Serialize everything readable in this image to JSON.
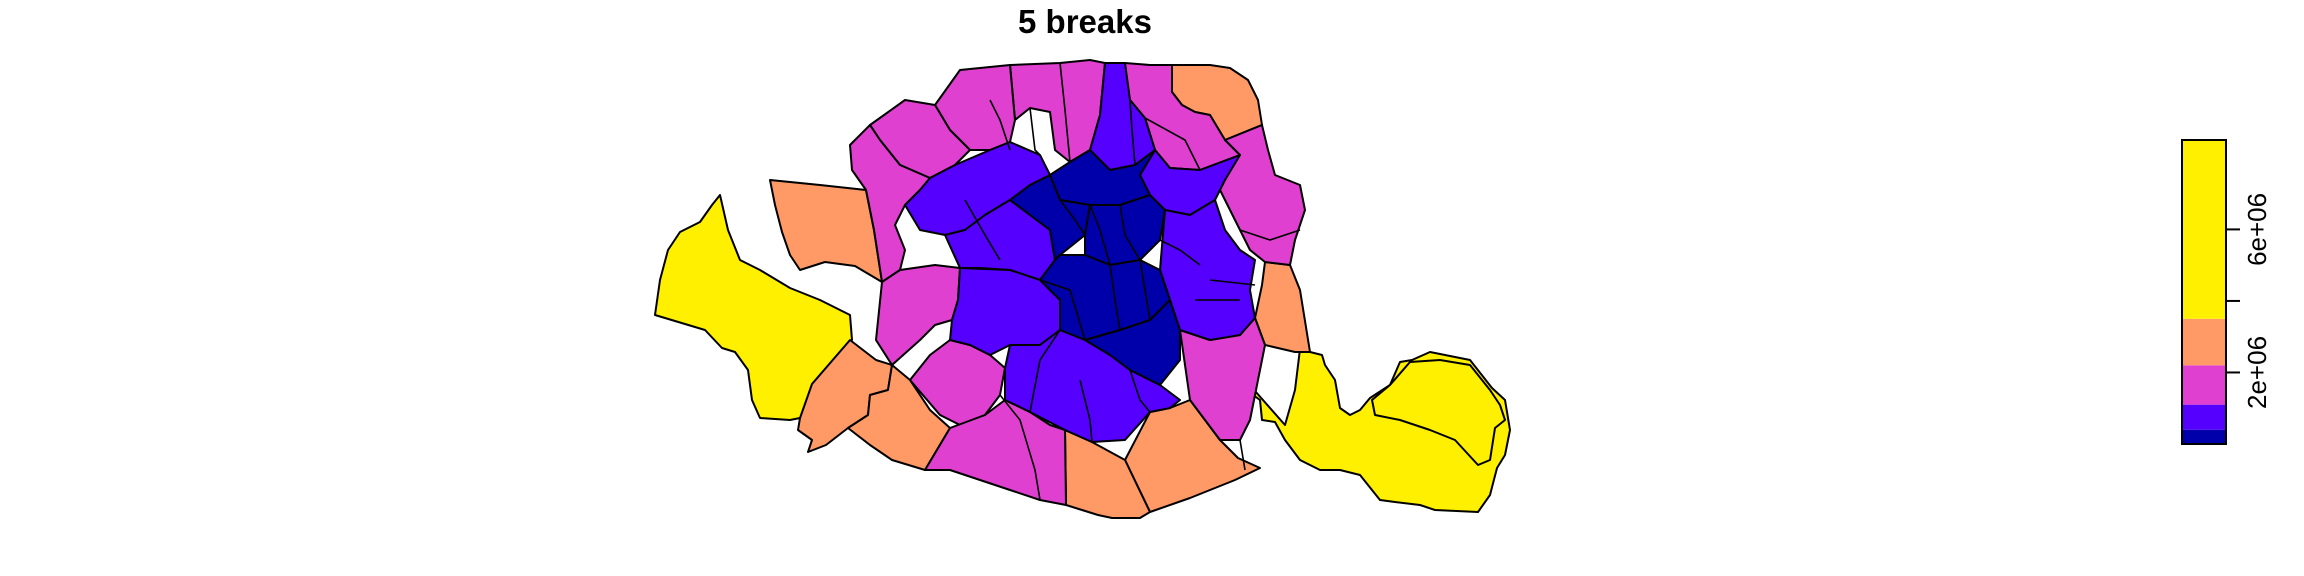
{
  "chart_data": {
    "type": "choropleth-map",
    "title": "5 breaks",
    "palette": [
      "#0000AA",
      "#5500FF",
      "#E040D0",
      "#FF9966",
      "#FFF000"
    ],
    "legend": {
      "placement": "right",
      "scale_min": 0,
      "scale_max": 8500000,
      "breaks": [
        0,
        400000,
        1100000,
        2200000,
        3500000,
        8500000
      ],
      "ticks": [
        {
          "value": 2000000,
          "label": "2e+06"
        },
        {
          "value": 4000000,
          "label": ""
        },
        {
          "value": 6000000,
          "label": "6e+06"
        }
      ]
    }
  }
}
